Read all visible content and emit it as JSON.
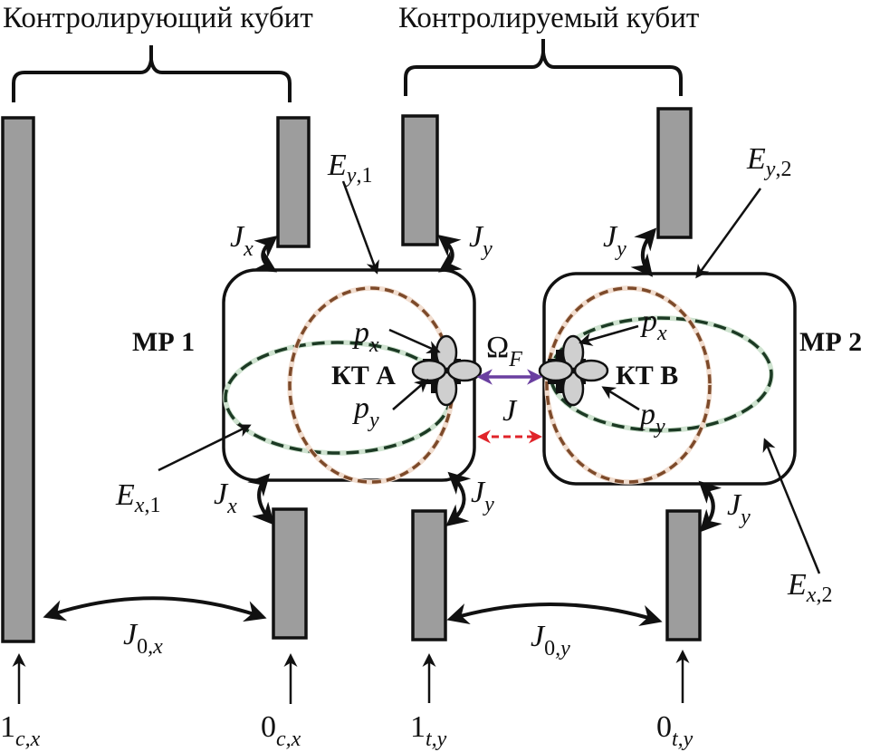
{
  "headers": {
    "control_qubit": "Контролирующий кубит",
    "target_qubit": "Контролируемый кубит"
  },
  "resonators": {
    "left": "МР 1",
    "right": "МР 2"
  },
  "quantum_dots": {
    "left": "КТ А",
    "right": "КТ В"
  },
  "orbitals": {
    "px_base": "p",
    "px_sub": "x",
    "py_base": "p",
    "py_sub": "y"
  },
  "fields": {
    "ey1_base": "E",
    "ey1_sub1": "y",
    "ey1_sub2": ",1",
    "ey2_base": "E",
    "ey2_sub1": "y",
    "ey2_sub2": ",2",
    "ex1_base": "E",
    "ex1_sub1": "x",
    "ex1_sub2": ",1",
    "ex2_base": "E",
    "ex2_sub1": "x",
    "ex2_sub2": ",2"
  },
  "couplings": {
    "jx_base": "J",
    "jx_sub": "x",
    "jy_base": "J",
    "jy_sub": "y",
    "omega_base": "Ω",
    "omega_sub": "F",
    "j_dot": "J",
    "j0x_base": "J",
    "j0x_sub1": "0",
    "j0x_sub2": ",x",
    "j0y_base": "J",
    "j0y_sub1": "0",
    "j0y_sub2": ",y"
  },
  "ports": [
    {
      "base": "1",
      "sub": "c,x"
    },
    {
      "base": "0",
      "sub": "c,x"
    },
    {
      "base": "1",
      "sub": "t,y"
    },
    {
      "base": "0",
      "sub": "t,y"
    }
  ],
  "colors": {
    "waveguide": "#9d9d9d",
    "ex_mode": "#1c3a24",
    "ey_mode": "#7d4a2a",
    "optical_coupling": "#6a3fa0",
    "exchange_coupling": "#e0242a"
  }
}
